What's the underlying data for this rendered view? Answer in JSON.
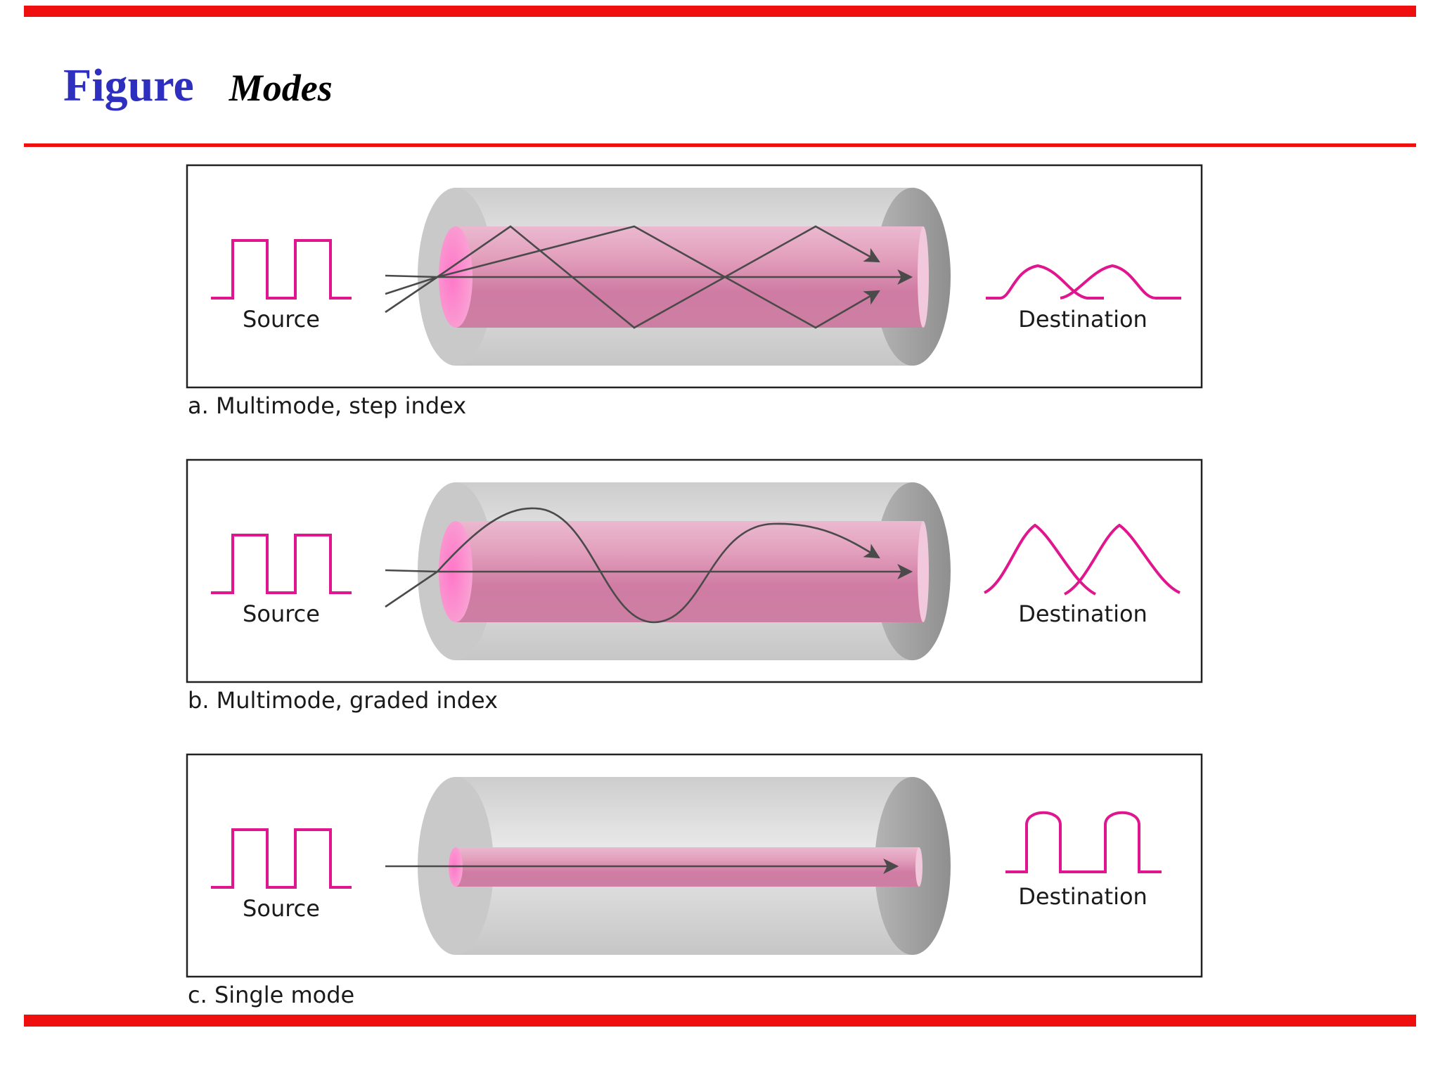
{
  "title": {
    "prefix": "Figure",
    "name": "Modes"
  },
  "panels": [
    {
      "id": "a",
      "caption": "a. Multimode, step index",
      "source_label": "Source",
      "destination_label": "Destination",
      "core": "wide"
    },
    {
      "id": "b",
      "caption": "b. Multimode, graded index",
      "source_label": "Source",
      "destination_label": "Destination",
      "core": "wide"
    },
    {
      "id": "c",
      "caption": "c. Single mode",
      "source_label": "Source",
      "destination_label": "Destination",
      "core": "narrow"
    }
  ],
  "colors": {
    "rule": "#f00f0f",
    "title": "#2e2fbf",
    "signal": "#e0168e",
    "core": "#d9749e",
    "cladding": "#d2d2d2",
    "ray": "#4a4a4a"
  }
}
